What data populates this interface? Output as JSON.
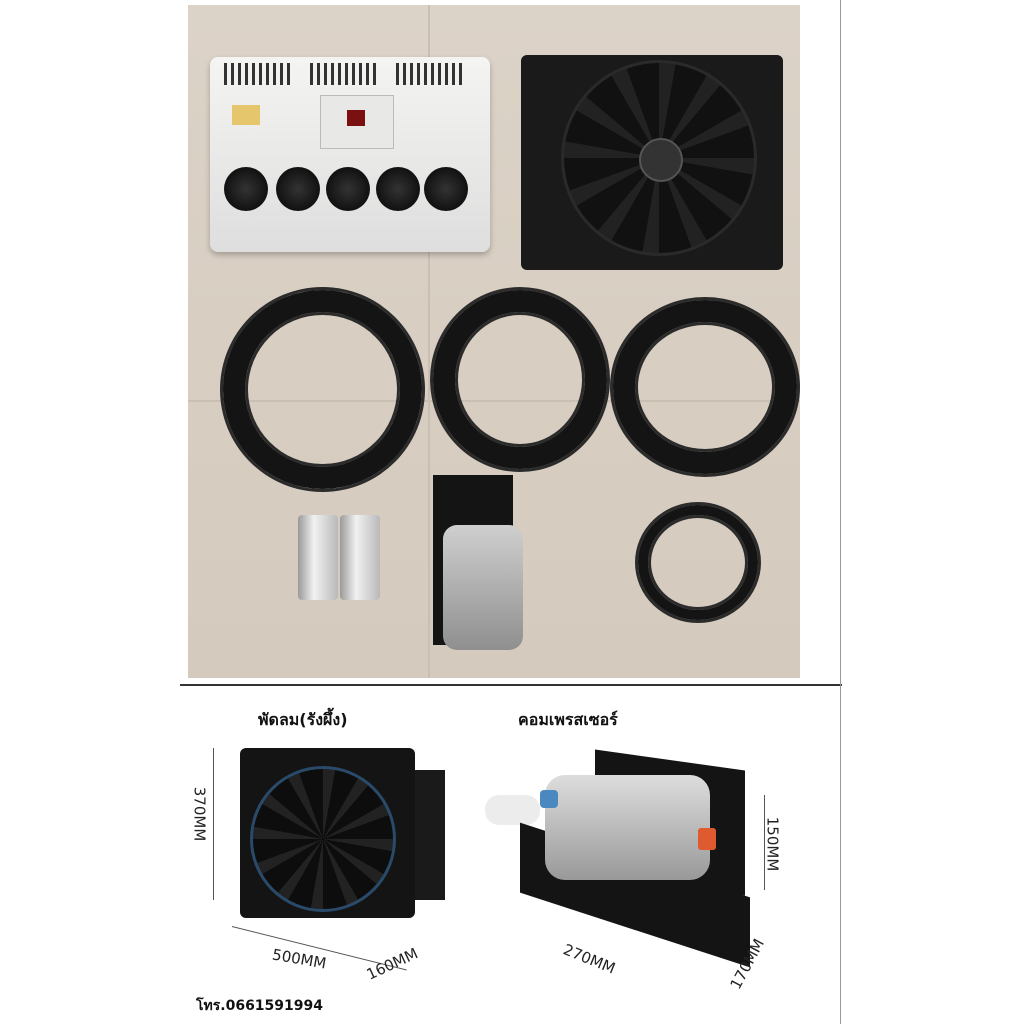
{
  "labels": {
    "fan_title": "พัดลม(รังผึ้ง)",
    "compressor_title": "คอมเพรสเซอร์",
    "phone": "โทร.0661591994"
  },
  "dimensions": {
    "fan_height": "370MM",
    "fan_width": "500MM",
    "fan_depth": "160MM",
    "compressor_height": "150MM",
    "compressor_width": "270MM",
    "compressor_depth": "170MM"
  }
}
